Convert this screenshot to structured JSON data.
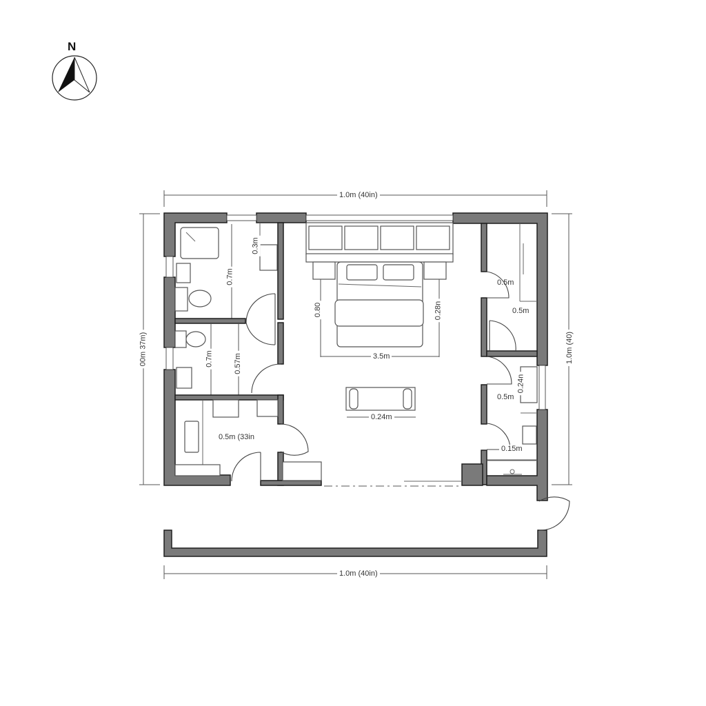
{
  "compass": {
    "label": "N",
    "icon": "north-arrow-icon"
  },
  "dimensions": {
    "top_width": "1.0m (40in)",
    "bottom_width": "1.0m (40in)",
    "left_height": "00m 37m)",
    "right_height": "1.0m (40)"
  },
  "rooms": {
    "bathroom_1": {
      "dim_vertical": "0.7m",
      "dim_vanity": "0.3m"
    },
    "bathroom_2": {
      "dim_left": "0.7m",
      "dim_right": "0.57m"
    },
    "bathroom_3": {
      "label": "0.5m (33in"
    },
    "bedroom": {
      "bed_left": "0.80",
      "bed_right": "0.28n",
      "bed_width": "3.5m",
      "bench_width": "0.24m"
    },
    "right_closets": {
      "door_upper": "0.5m",
      "closet_upper": "0.5m",
      "vanity": "0.24n",
      "corridor": "0.5m",
      "wc": "0.15m"
    }
  }
}
